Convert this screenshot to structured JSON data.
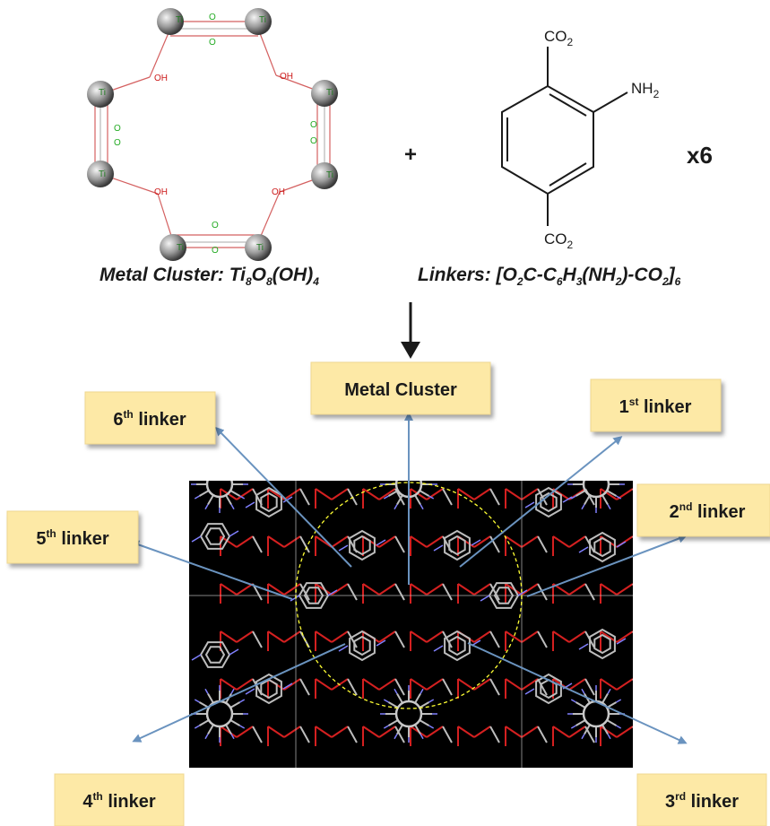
{
  "cluster": {
    "caption_main": "Metal Cluster: Ti",
    "caption_parts": [
      "8",
      "O",
      "8",
      "(OH)",
      "4"
    ],
    "atom_label": "Ti",
    "oh_label": "OH",
    "oxo_label": "O"
  },
  "plus_sign": "+",
  "linker": {
    "top_group": "CO",
    "top_sub": "2",
    "amine": "NH",
    "amine_sub": "2",
    "bottom_group": "CO",
    "bottom_sub": "2",
    "multiplier": "x6",
    "caption_parts": [
      "Linkers: [O",
      "2",
      "C-C",
      "6",
      "H",
      "3",
      "(NH",
      "2",
      ")-CO",
      "2",
      "]",
      "6"
    ]
  },
  "callouts": {
    "metal_cluster": "Metal Cluster",
    "linker1": {
      "num": "1",
      "sup": "st",
      "word": " linker"
    },
    "linker2": {
      "num": "2",
      "sup": "nd",
      "word": " linker"
    },
    "linker3": {
      "num": "3",
      "sup": "rd",
      "word": " linker"
    },
    "linker4": {
      "num": "4",
      "sup": "th",
      "word": " linker"
    },
    "linker5": {
      "num": "5",
      "sup": "th",
      "word": " linker"
    },
    "linker6": {
      "num": "6",
      "sup": "th",
      "word": " linker"
    }
  },
  "colors": {
    "callout_fill": "#fde9a6",
    "arrow": "#6a93bf",
    "framework_bg": "#000000",
    "bond_red": "#d42020",
    "bond_gray": "#bdbdbd",
    "bond_blue": "#8080ff",
    "ring_yellow": "#ffff33"
  }
}
